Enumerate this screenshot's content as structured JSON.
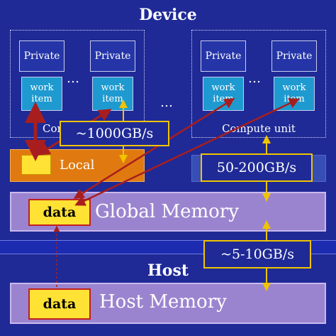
{
  "device": {
    "title": "Device"
  },
  "host": {
    "title": "Host"
  },
  "compute_units": [
    {
      "label": "Compute unit",
      "visible_label": "Con"
    },
    {
      "label": "Compute unit"
    }
  ],
  "private_label": "Private",
  "work_item_label": "work item",
  "ellipsis": "…",
  "local_memory": {
    "label": "Local"
  },
  "global_memory": {
    "label": "Global Memory",
    "data_label": "data"
  },
  "host_memory": {
    "label": "Host Memory",
    "data_label": "data"
  },
  "bandwidth": {
    "local": "~1000GB/s",
    "global": "50-200GB/s",
    "host": "~5-10GB/s"
  },
  "colors": {
    "background": "#1f2a96",
    "local": "#e07a10",
    "global": "#9b84cf",
    "data": "#ffe233",
    "arrow_red": "#a81e1e",
    "arrow_yellow": "#f0c400"
  }
}
